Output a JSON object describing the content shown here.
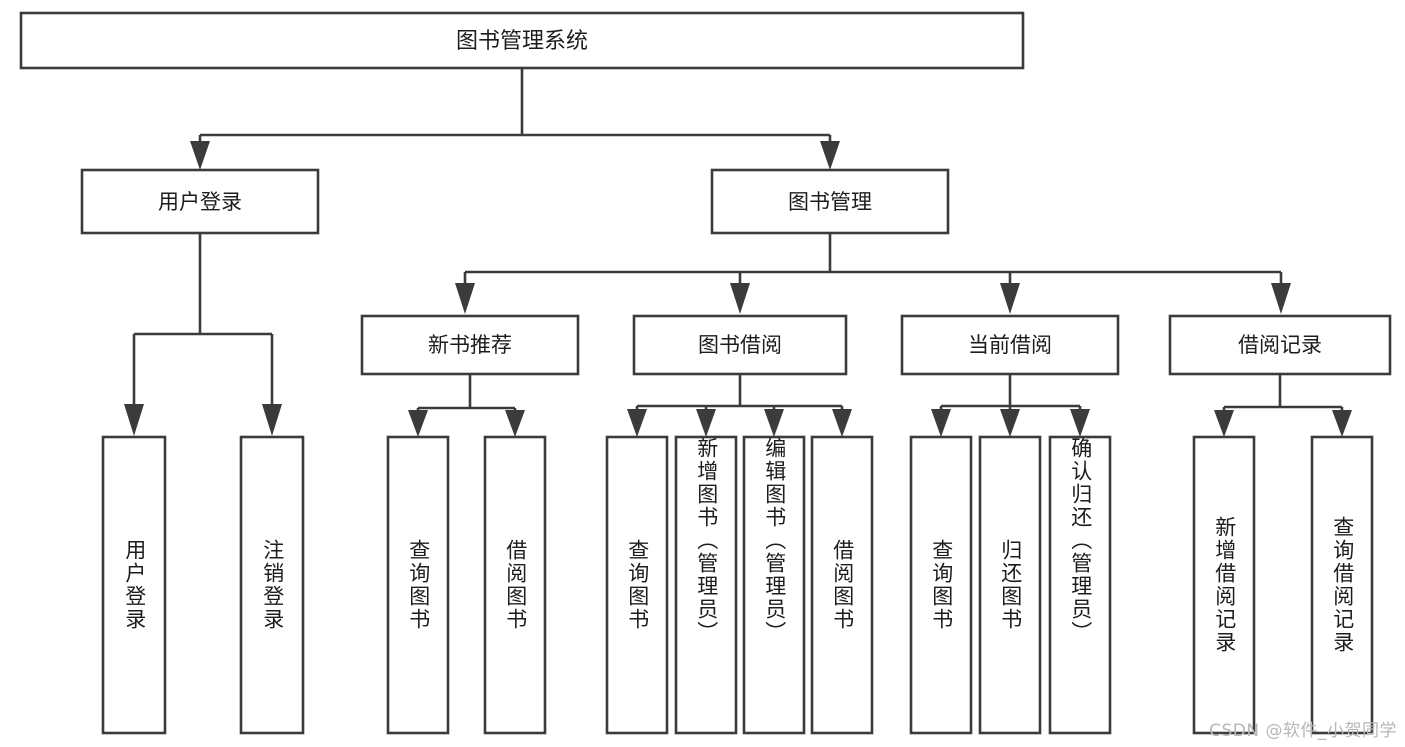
{
  "diagram": {
    "type": "tree-hierarchy-chart",
    "title": "图书管理系统",
    "orientation": "top-down",
    "colors": {
      "box_stroke": "#3b3b3b",
      "box_fill": "#ffffff",
      "connector": "#3b3b3b",
      "text": "#1d1d1d",
      "background": "#ffffff",
      "watermark": "#b7b7b7"
    }
  },
  "root": {
    "label": "图书管理系统"
  },
  "level2": [
    {
      "label": "用户登录"
    },
    {
      "label": "图书管理"
    }
  ],
  "level3": [
    {
      "label": "新书推荐"
    },
    {
      "label": "图书借阅"
    },
    {
      "label": "当前借阅"
    },
    {
      "label": "借阅记录"
    }
  ],
  "leaves": {
    "user_login": [
      {
        "label": "用户登录"
      },
      {
        "label": "注销登录"
      }
    ],
    "new_book_recommend": [
      {
        "label": "查询图书"
      },
      {
        "label": "借阅图书"
      }
    ],
    "book_borrow": [
      {
        "label": "查询图书"
      },
      {
        "label": "新增图书（管理员）"
      },
      {
        "label": "编辑图书（管理员）"
      },
      {
        "label": "借阅图书"
      }
    ],
    "current_borrow": [
      {
        "label": "查询图书"
      },
      {
        "label": "归还图书"
      },
      {
        "label": "确认归还（管理员）"
      }
    ],
    "borrow_record": [
      {
        "label": "新增借阅记录"
      },
      {
        "label": "查询借阅记录"
      }
    ]
  },
  "watermark": {
    "text": "CSDN @软件_小贺同学"
  }
}
